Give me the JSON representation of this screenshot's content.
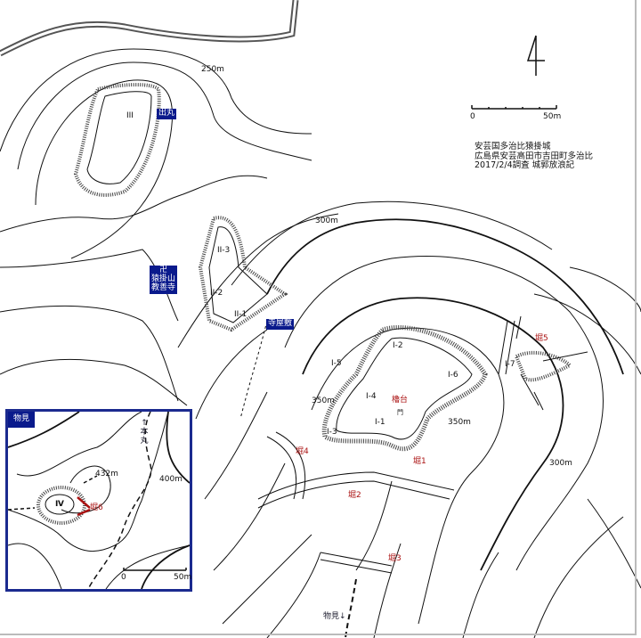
{
  "title_block": {
    "line1": "安芸国多治比猿掛城",
    "line2": "広島県安芸高田市吉田町多治比",
    "line3": "2017/2/4調査 城郭放浪記"
  },
  "north_arrow": {
    "icon": "north-arrow-icon"
  },
  "scale_main": {
    "start": "0",
    "end": "50m"
  },
  "contours": [
    "250m",
    "300m",
    "350m",
    "350m",
    "300m"
  ],
  "blue_labels": {
    "demaru": "出丸",
    "temple_mark": "卍",
    "temple_line1": "猿掛山",
    "temple_line2": "教善寺",
    "teraya": "寺屋敷",
    "monomi_bottom": "物見↓"
  },
  "red_labels": {
    "yaguradai": "櫓台",
    "hori1": "堀1",
    "hori2": "堀2",
    "hori3": "堀3",
    "hori4": "堀4",
    "hori5": "堀5"
  },
  "enclosures": [
    "III",
    "II-3",
    "II-2",
    "II-1",
    "I-1",
    "I-2",
    "I-3",
    "I-4",
    "I-5",
    "I-6",
    "I-7"
  ],
  "gate_mark": "門",
  "inset": {
    "title": "物見",
    "honmaru": "↑本丸",
    "peak": "432m",
    "contour": "400m",
    "enclosure": "Ⅳ",
    "hori6": "堀6",
    "scale_start": "0",
    "scale_end": "50m"
  },
  "colors": {
    "blue": "#0a1a8c",
    "red": "#a11111",
    "road": "#555555"
  }
}
